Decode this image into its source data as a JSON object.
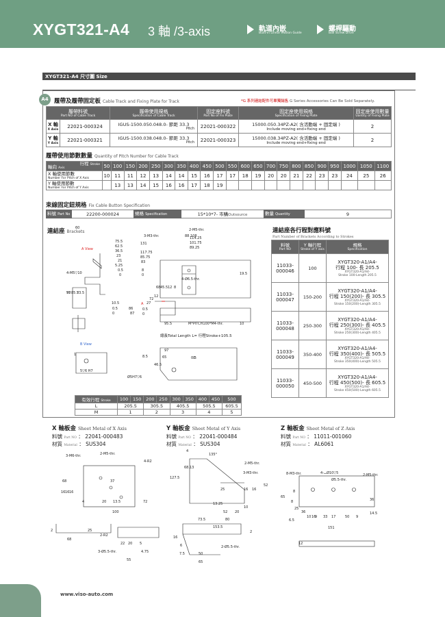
{
  "header": {
    "model": "XYGT321-A4",
    "axis_zh": "3 軸",
    "axis_en": "/3-axis",
    "badge1_zh": "軌道內嵌",
    "badge1_en": "Built-in Linear Motion Guide",
    "badge2_zh": "螺桿驅動",
    "badge2_en": "Ball Screw Drive"
  },
  "section": "XYGT321-A4 尺寸圖 Size",
  "badge": "A4",
  "cable": {
    "title_zh": "履帶及履帶固定板",
    "title_en": "Cable Track and Fixing Plate for Track",
    "note": "*G 系列連結配件可單獨銷售",
    "note_en": "G Series Accessories Can Be Sold Separately.",
    "headers": [
      {
        "zh": "履帶料號",
        "en": "Part NO of Cable Track"
      },
      {
        "zh": "履帶使用規格",
        "en": "Specification of Cable Track"
      },
      {
        "zh": "固定座料號",
        "en": "Part No of Fix Plate"
      },
      {
        "zh": "固定座使用規格",
        "en": "Specification of Fixing Plate"
      },
      {
        "zh": "固定座使用數量",
        "en": "Uantity of Fixing Plate"
      }
    ],
    "rows": [
      {
        "axis": "X 軸",
        "axis_en": "X Axis",
        "pn": "22021-000324",
        "spec": "IGUS-1500.050.048.0- 節距 33.3",
        "spec2": "Pitch",
        "fix": "22021-000322",
        "fixspec": "15000.050.34PZ-A2( 含活動端 + 固定端 )",
        "fixspec2": "Include moving end+fixing end",
        "qty": "2"
      },
      {
        "axis": "Y 軸",
        "axis_en": "Y Axis",
        "pn": "22021-000321",
        "spec": "IGUS-1500.038.048.0- 節距 33.3",
        "spec2": "Pitch",
        "fix": "22021-000323",
        "fixspec": "15000.038.34PZ-A2( 含活動端 + 固定端 )",
        "fixspec2": "Include moving end+fixing end",
        "qty": "2"
      }
    ]
  },
  "pitch": {
    "title_zh": "履帶使用節數數量",
    "title_en": "Quantity of Pitch Number for Cable Track",
    "stroke_label": "行程",
    "stroke_en": "Stroke",
    "axis_label": "軸向",
    "axis_en": "Axis",
    "strokes": [
      "50",
      "100",
      "150",
      "200",
      "250",
      "300",
      "350",
      "400",
      "450",
      "500",
      "550",
      "600",
      "650",
      "700",
      "750",
      "800",
      "850",
      "900",
      "950",
      "1000",
      "1050",
      "1100"
    ],
    "x_label": "X 軸使用節數",
    "x_en": "Number For Pitch of X Axis",
    "x": [
      "10",
      "11",
      "11",
      "12",
      "13",
      "14",
      "14",
      "15",
      "16",
      "17",
      "17",
      "18",
      "19",
      "20",
      "20",
      "21",
      "22",
      "23",
      "23",
      "24",
      "25",
      "26"
    ],
    "y_label": "Y 軸使用節數",
    "y_en": "Number For Pitch of Y Axis",
    "y": [
      "",
      "13",
      "13",
      "14",
      "15",
      "16",
      "16",
      "17",
      "18",
      "19",
      "",
      "",
      "",
      "",
      "",
      "",
      "",
      "",
      "",
      "",
      "",
      ""
    ]
  },
  "button": {
    "title_zh": "束線固定鈕規格",
    "title_en": "Fix Cable Button Specification",
    "pn_label": "料號",
    "pn_en": "Part No",
    "pn": "22200-000024",
    "spec_label": "規格",
    "spec_en": "Specification",
    "spec": "15*10*7- 市購",
    "spec_e": "Outsource",
    "qty_label": "數量",
    "qty_en": "Quantity",
    "qty": "9"
  },
  "brackets": {
    "title_zh": "連結座",
    "title_en": "Brackets",
    "a_view": "A View",
    "b_view": "B View",
    "arrow_a": "A",
    "dims": [
      "75.5",
      "62.5",
      "36.5",
      "23",
      "21",
      "5.25",
      "0.5",
      "0",
      "131",
      "117.75",
      "85.75",
      "83",
      "8",
      "0",
      "3-M3-thr.",
      "2-M5-thr.",
      "114.25",
      "101.75",
      "89.25",
      "88",
      "108",
      "19.5",
      "4-Ø6.5-thr.",
      "4-M5▽10",
      "97",
      "10.5",
      "0.5",
      "0",
      "72",
      "27",
      "12",
      "0.5",
      "0",
      "95.5",
      "M*PITCH100*M4-thr.",
      "10",
      "97",
      "65",
      "8.5",
      "46.5",
      "Ø5H7▽6",
      "5▽6 H7",
      "1",
      "60",
      "8",
      "12",
      "45.5",
      "73.5",
      "85.5",
      "55",
      "68",
      "86",
      "87",
      "0.5",
      "0"
    ],
    "total": "總長",
    "total_en": "Total Length",
    "total_f": "L= 行程",
    "total_f_en": "Stroke",
    "total_f2": "+105.5"
  },
  "eff": {
    "label": "有效行程",
    "label_en": "Stroke",
    "strokes": [
      "100",
      "150",
      "200",
      "250",
      "300",
      "350",
      "400",
      "450",
      "500"
    ],
    "L": [
      "205.5",
      "305.5",
      "405.5",
      "505.5",
      "605.5"
    ],
    "M": [
      "1",
      "2",
      "3",
      "4",
      "5"
    ]
  },
  "stroke_table": {
    "title_zh": "連結座各行程對應料號",
    "title_en": "Part Number of Brackets According to Strokes",
    "h_pn": "料號",
    "h_pn_en": "Part NO",
    "h_y": "Y 軸行程",
    "h_y_en": "Stroke of Y axis",
    "h_spec": "規格",
    "h_spec_en": "Specification",
    "rows": [
      {
        "pn": "11033-000046",
        "st": "100",
        "s1": "XYGT320-A1/A4-",
        "s2": "行程 100- 長 205.5",
        "s3": "XYGT320-A1/A4-",
        "s4": "Stroke 100-Length 205.5"
      },
      {
        "pn": "11033-000047",
        "st": "150-200",
        "s1": "XYGT320-A1/A4-",
        "s2": "行程 150(200)- 長 305.5",
        "s3": "XYGT320-A1/A4-",
        "s4": "Stroke 150(200)-Length 305.5"
      },
      {
        "pn": "11033-000048",
        "st": "250-300",
        "s1": "XYGT320-A1/A4-",
        "s2": "行程 250(300)- 長 405.5",
        "s3": "XYGT320-A1/A4-",
        "s4": "Stroke 250(300)-Length 405.5"
      },
      {
        "pn": "11033-000049",
        "st": "350-400",
        "s1": "XYGT320-A1/A4-",
        "s2": "行程 350(400)- 長 505.5",
        "s3": "XYGT320-A1/A4-",
        "s4": "Stroke 350(400)-Length 505.5"
      },
      {
        "pn": "11033-000050",
        "st": "450-500",
        "s1": "XYGT320-A1/A4-",
        "s2": "行程 450(500)- 長 605.5",
        "s3": "XYGT320-A1/A4-",
        "s4": "Stroke 450(500)-Length 605.5"
      }
    ]
  },
  "sheets": [
    {
      "title": "X 軸板金",
      "title_en": "Sheet Metal of X Axis",
      "pn_label": "料號",
      "pn_en": "Part NO",
      "pn": "22041-000483",
      "mat_label": "材質",
      "mat_en": "Material",
      "mat": "SUS304",
      "dims": [
        "3-M6-thr.",
        "2-M5-thr.",
        "4-R2",
        "68",
        "16",
        "16",
        "16",
        "37",
        "4",
        "20",
        "13.5",
        "72",
        "100",
        "25",
        "68",
        "2-R2",
        "22",
        "20",
        "5",
        "3-Ø5.5-thr.",
        "4.75",
        "55",
        "2"
      ]
    },
    {
      "title": "Y 軸板金",
      "title_en": "Sheet Metal of Y Axis",
      "pn_label": "料號",
      "pn_en": "Part NO",
      "pn": "22041-000484",
      "mat_label": "材質",
      "mat_en": "Material",
      "mat": "SUS304",
      "dims": [
        "4",
        "135°",
        "2-M5-thr.",
        "3-M3-thr.",
        "127.5",
        "68.13",
        "25",
        "16",
        "16",
        "52",
        "13.25",
        "52",
        "20",
        "10",
        "73.5",
        "80",
        "153.5",
        "2",
        "16",
        "6",
        "7.5",
        "50",
        "65",
        "2-Ø5.5-thr."
      ]
    },
    {
      "title": "Z 軸板金",
      "title_en": "Sheet Metal of Z Axis",
      "pn_label": "料號",
      "pn_en": "Part NO",
      "pn": "11011-001060",
      "mat_label": "材質",
      "mat_en": "Material",
      "mat": "AL6061",
      "dims": [
        "8-M3-thr.",
        "4-⌴Ø10▽5",
        "Ø5.5-thr.",
        "2-M5-thr.",
        "65",
        "8",
        "36",
        "8",
        "25",
        "36",
        "14.5",
        "6.5",
        "10",
        "16",
        "9",
        "33",
        "17",
        "50",
        "9",
        "151",
        "12"
      ]
    }
  ],
  "footer": {
    "url": "www.viso-auto.com"
  },
  "colors": {
    "header_bg": "#6f9f83",
    "table_head": "#666666",
    "accent_red": "#cc0000",
    "accent_blue": "#3366cc"
  }
}
